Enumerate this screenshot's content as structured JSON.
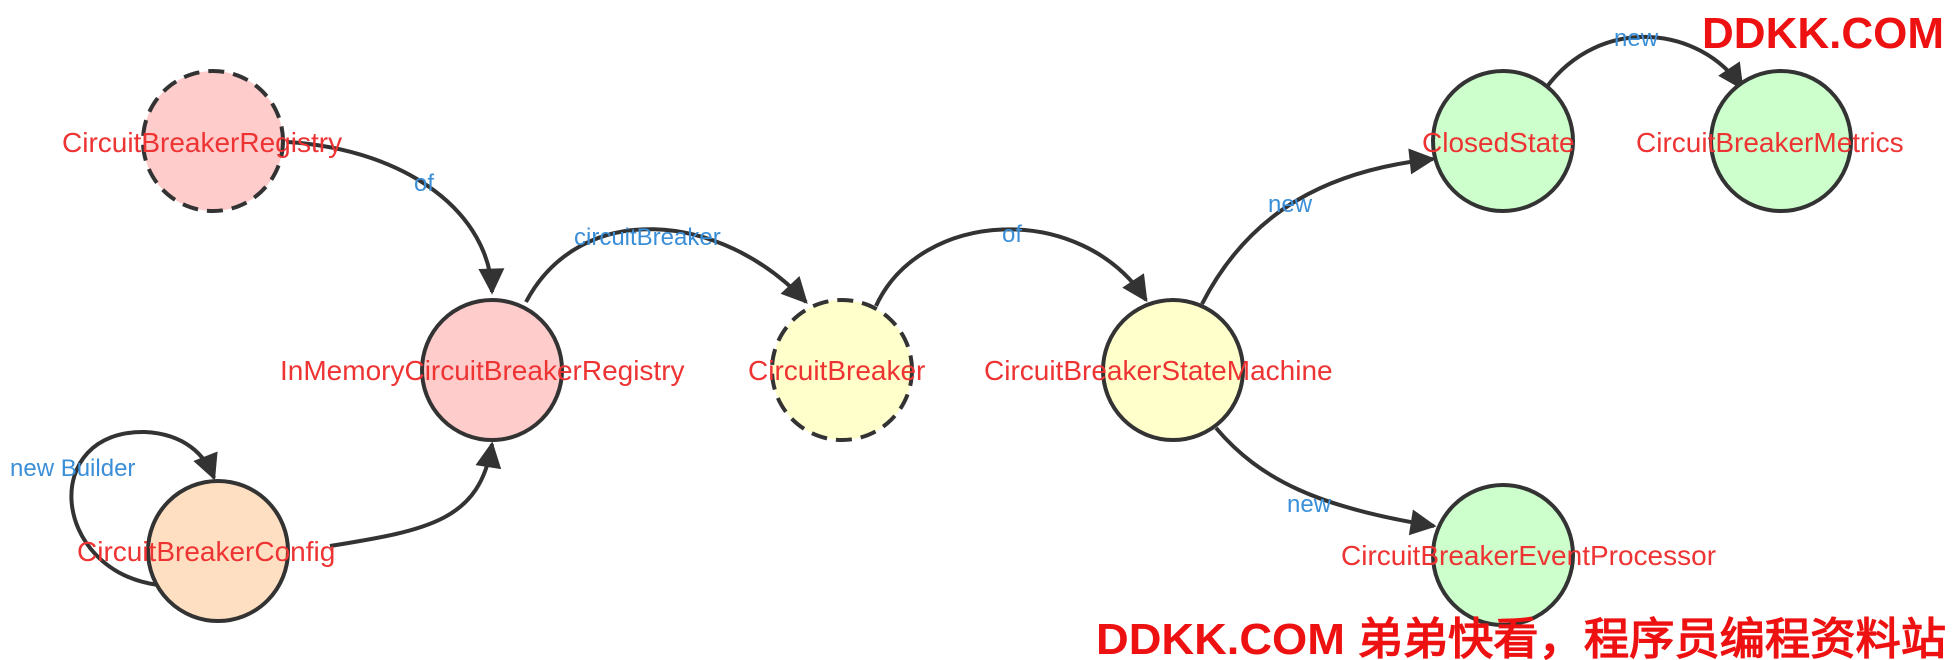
{
  "colors": {
    "red_node": "#ffcccc",
    "yellow_node": "#ffffcc",
    "green_node": "#ccffcc",
    "orange_node": "#ffdfc2",
    "node_stroke": "#333333",
    "node_label": "#ee3333",
    "edge_label": "#3a8fd8",
    "watermark": "#ee1111"
  },
  "nodes": [
    {
      "id": "registry",
      "label": "CircuitBreakerRegistry",
      "color": "#ffcccc",
      "dashed": true
    },
    {
      "id": "inmem",
      "label": "InMemoryCircuitBreakerRegistry",
      "color": "#ffcccc",
      "dashed": false
    },
    {
      "id": "config",
      "label": "CircuitBreakerConfig",
      "color": "#ffdfc2",
      "dashed": false
    },
    {
      "id": "breaker",
      "label": "CircuitBreaker",
      "color": "#ffffcc",
      "dashed": true
    },
    {
      "id": "statemachine",
      "label": "CircuitBreakerStateMachine",
      "color": "#ffffcc",
      "dashed": false
    },
    {
      "id": "closed",
      "label": "ClosedState",
      "color": "#ccffcc",
      "dashed": false
    },
    {
      "id": "metrics",
      "label": "CircuitBreakerMetrics",
      "color": "#ccffcc",
      "dashed": false
    },
    {
      "id": "eventproc",
      "label": "CircuitBreakerEventProcessor",
      "color": "#ccffcc",
      "dashed": false
    }
  ],
  "edges": [
    {
      "id": "e1",
      "from": "registry",
      "to": "inmem",
      "label": "of"
    },
    {
      "id": "e2",
      "from": "config",
      "to": "config",
      "label": "new Builder"
    },
    {
      "id": "e3",
      "from": "config",
      "to": "inmem",
      "label": ""
    },
    {
      "id": "e4",
      "from": "inmem",
      "to": "breaker",
      "label": "circuitBreaker"
    },
    {
      "id": "e5",
      "from": "breaker",
      "to": "statemachine",
      "label": "of"
    },
    {
      "id": "e6",
      "from": "statemachine",
      "to": "closed",
      "label": "new"
    },
    {
      "id": "e7",
      "from": "statemachine",
      "to": "eventproc",
      "label": "new"
    },
    {
      "id": "e8",
      "from": "closed",
      "to": "metrics",
      "label": "new"
    }
  ],
  "watermark": {
    "top": "DDKK.COM",
    "bottom": "DDKK.COM 弟弟快看，程序员编程资料站"
  }
}
